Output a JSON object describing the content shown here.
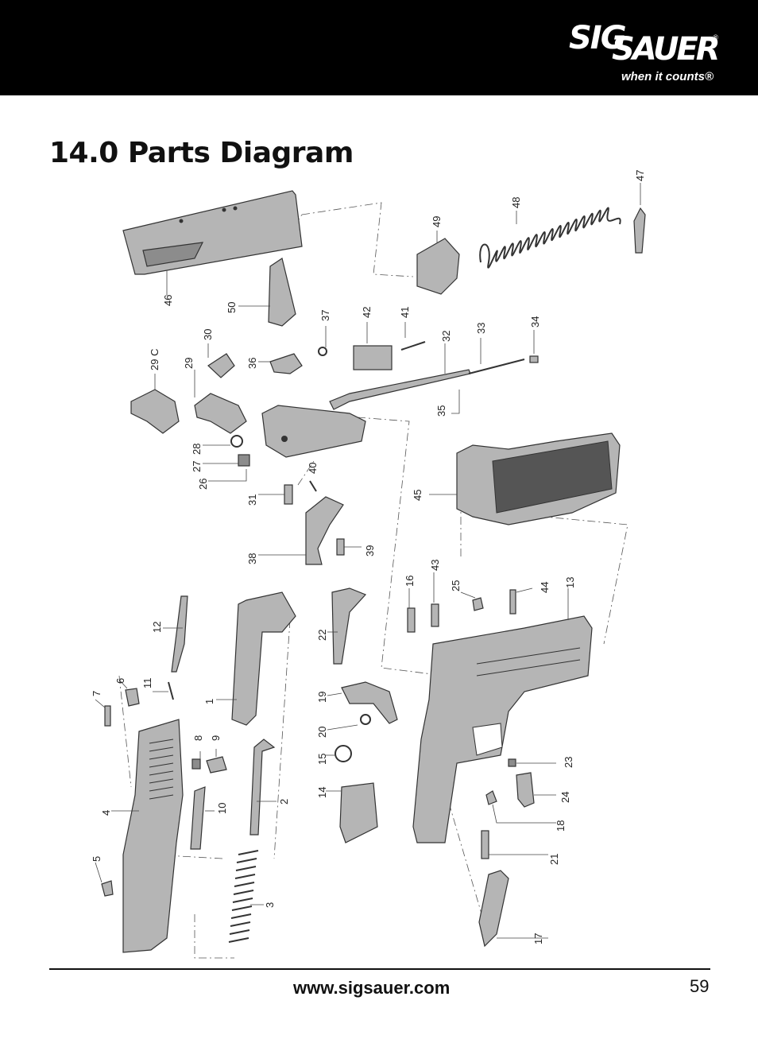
{
  "header": {
    "brand_sig": "SIG",
    "brand_sauer": "SAUER",
    "registered": "®",
    "tagline": "when it counts®"
  },
  "page": {
    "title": "14.0 Parts Diagram",
    "url": "www.sigsauer.com",
    "page_number": "59"
  },
  "diagram": {
    "labels": {
      "p1": "1",
      "p2": "2",
      "p3": "3",
      "p4": "4",
      "p5": "5",
      "p6": "6",
      "p7": "7",
      "p8": "8",
      "p9": "9",
      "p10": "10",
      "p11": "11",
      "p12": "12",
      "p13": "13",
      "p14": "14",
      "p15": "15",
      "p16": "16",
      "p17": "17",
      "p18": "18",
      "p19": "19",
      "p20": "20",
      "p21": "21",
      "p22": "22",
      "p23": "23",
      "p24": "24",
      "p25": "25",
      "p26": "26",
      "p27": "27",
      "p28": "28",
      "p29": "29",
      "p29c": "29 C",
      "p30": "30",
      "p31": "31",
      "p32": "32",
      "p33": "33",
      "p34": "34",
      "p35": "35",
      "p36": "36",
      "p37": "37",
      "p38": "38",
      "p39": "39",
      "p40": "40",
      "p41": "41",
      "p42": "42",
      "p43": "43",
      "p44": "44",
      "p45": "45",
      "p46": "46",
      "p47": "47",
      "p48": "48",
      "p49": "49",
      "p50": "50"
    }
  }
}
